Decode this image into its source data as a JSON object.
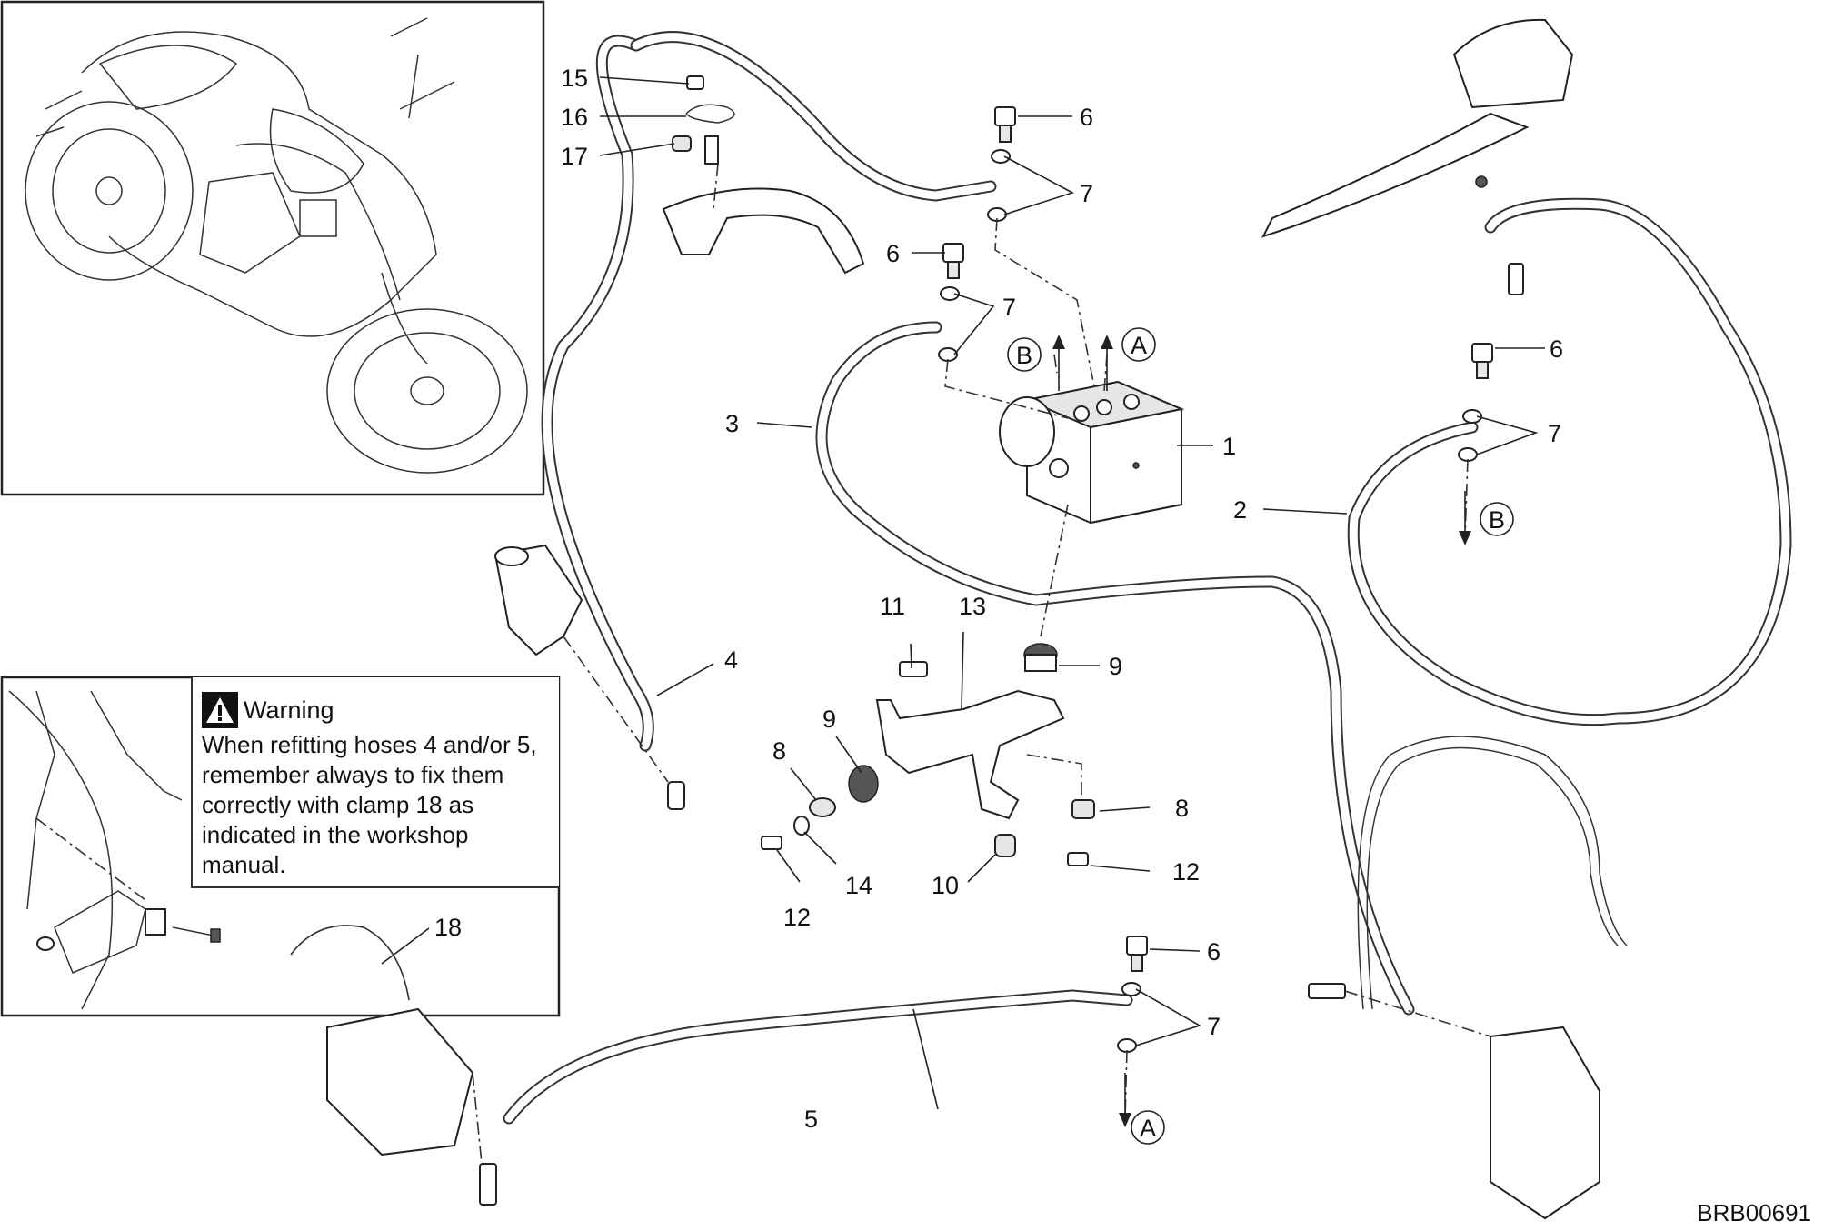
{
  "callouts": [
    "1",
    "2",
    "3",
    "4",
    "5",
    "6",
    "7",
    "8",
    "9",
    "10",
    "11",
    "12",
    "13",
    "14",
    "15",
    "16",
    "17",
    "18"
  ],
  "circle_labels": {
    "a": "A",
    "b": "B"
  },
  "warning": {
    "title": "Warning",
    "text": "When refitting hoses 4 and/or 5, remember always to fix them correctly with clamp 18 as indicated in the workshop manual."
  },
  "drawing_code": "BRB00691",
  "colors": {
    "line": "#222222",
    "background": "#ffffff"
  }
}
